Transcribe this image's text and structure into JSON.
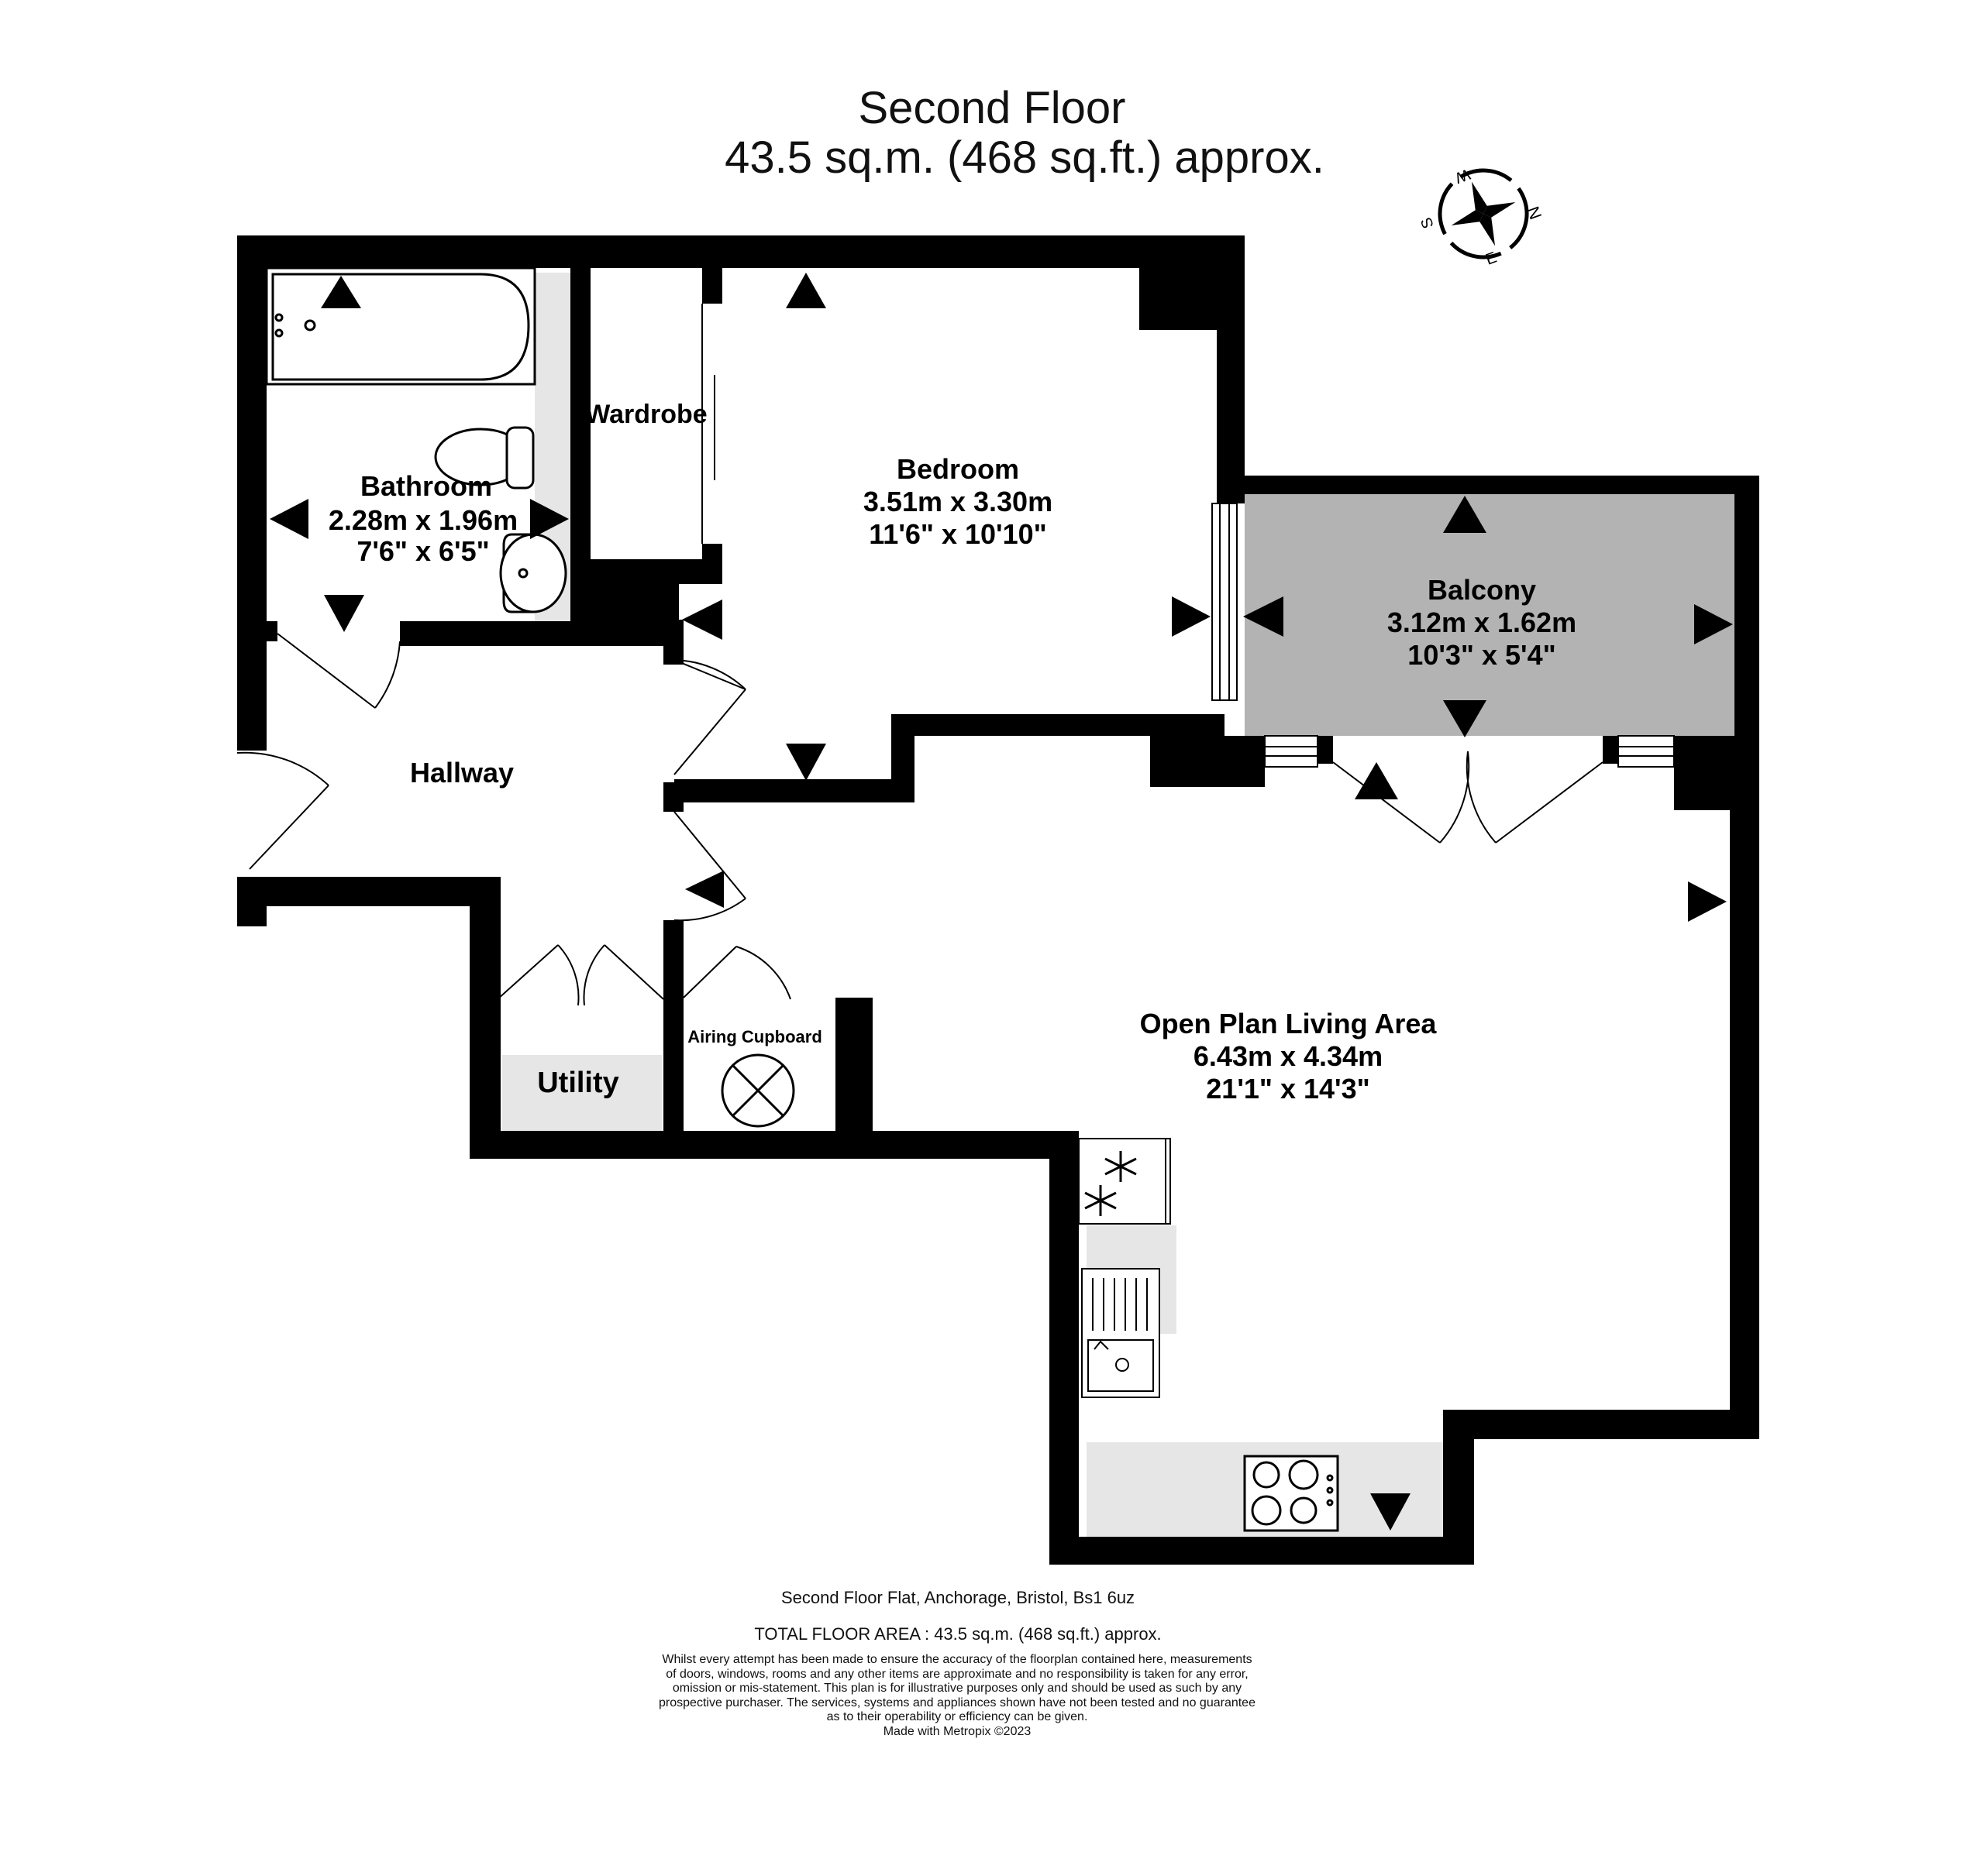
{
  "header": {
    "floor": "Second Floor",
    "area": "43.5 sq.m. (468 sq.ft.) approx."
  },
  "compass": {
    "icon": "compass-rose-icon",
    "n": "N",
    "e": "E",
    "s": "S",
    "w": "W"
  },
  "rooms": {
    "bathroom": {
      "name": "Bathroom",
      "metric": "2.28m  x 1.96m",
      "imperial": "7'6\"  x 6'5\""
    },
    "wardrobe": {
      "name": "Wardrobe"
    },
    "bedroom": {
      "name": "Bedroom",
      "metric": "3.51m  x 3.30m",
      "imperial": "11'6\"  x 10'10\""
    },
    "balcony": {
      "name": "Balcony",
      "metric": "3.12m  x 1.62m",
      "imperial": "10'3\"  x 5'4\""
    },
    "hallway": {
      "name": "Hallway"
    },
    "utility": {
      "name": "Utility"
    },
    "airing_cupboard": {
      "name": "Airing Cupboard"
    },
    "living": {
      "name": "Open Plan Living Area",
      "metric": "6.43m  x 4.34m",
      "imperial": "21'1\"  x 14'3\""
    }
  },
  "footer": {
    "address": "Second Floor Flat, Anchorage, Bristol, Bs1 6uz",
    "total": "TOTAL FLOOR AREA : 43.5 sq.m. (468 sq.ft.) approx.",
    "disclaimer": [
      "Whilst every attempt has been made to ensure the accuracy of the floorplan contained here, measurements",
      "of doors, windows, rooms and any other items are approximate and no responsibility is taken for any error,",
      "omission or mis-statement. This plan is for illustrative purposes only and should be used as such by any",
      "prospective purchaser. The services, systems and appliances shown have not been tested and no guarantee",
      "as to their operability or efficiency can be given."
    ],
    "credit": "Made with Metropix ©2023"
  },
  "colors": {
    "wall": "#000000",
    "balcony_fill": "#b3b3b3",
    "fixture_fill": "#e6e6e6",
    "background": "#ffffff"
  }
}
